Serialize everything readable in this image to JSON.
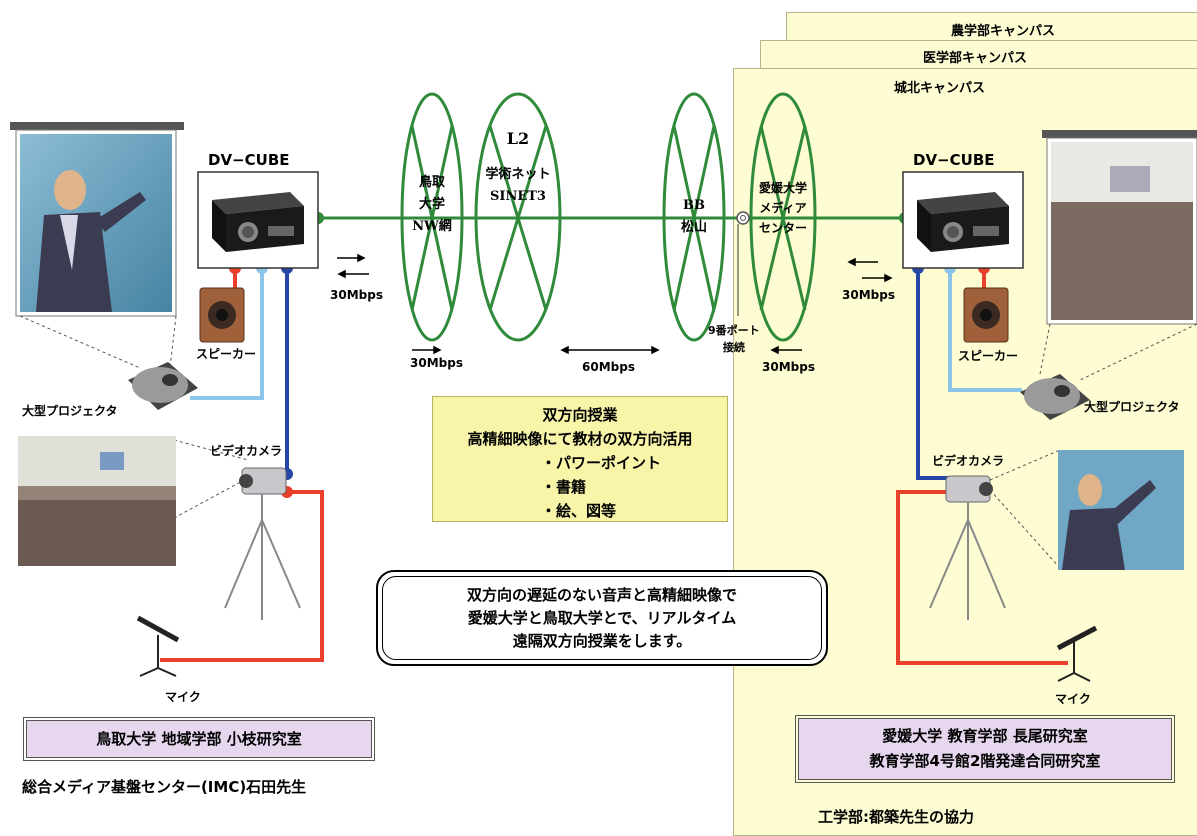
{
  "campuses": [
    {
      "name": "農学部キャンパス"
    },
    {
      "name": "医学部キャンパス"
    },
    {
      "name": "城北キャンパス"
    }
  ],
  "network": {
    "left_node": {
      "line1": "鳥取",
      "line2": "大学",
      "line3": "NW網"
    },
    "sinet": {
      "line1": "L2",
      "line2": "学術ネット",
      "line3": "SINET3"
    },
    "bb": {
      "line1": "BB",
      "line2": "松山"
    },
    "ehime": {
      "line1": "愛媛大学",
      "line2": "メディア",
      "line3": "センター"
    },
    "port_label_1": "9番ポート",
    "port_label_2": "接続",
    "speeds": {
      "left_upper": "30Mbps",
      "left_lower": "30Mbps",
      "middle": "60Mbps",
      "right_lower": "30Mbps",
      "right_upper": "30Mbps"
    }
  },
  "left_site": {
    "device": "DV−CUBE",
    "speaker": "スピーカー",
    "projector": "大型プロジェクタ",
    "camera": "ビデオカメラ",
    "mic": "マイク",
    "lab_box": "鳥取大学 地域学部 小枝研究室",
    "caption": "総合メディア基盤センター(IMC)石田先生"
  },
  "right_site": {
    "device": "DV−CUBE",
    "speaker": "スピーカー",
    "projector": "大型プロジェクタ",
    "camera": "ビデオカメラ",
    "mic": "マイク",
    "lab_box_line1": "愛媛大学 教育学部 長尾研究室",
    "lab_box_line2": "教育学部4号館2階発達合同研究室",
    "caption": "工学部:都築先生の協力"
  },
  "center_panel": {
    "title": "双方向授業",
    "subtitle": "高精細映像にて教材の双方向活用",
    "items": [
      "・パワーポイント",
      "・書籍",
      "・絵、図等"
    ]
  },
  "message": {
    "line1": "双方向の遅延のない音声と高精細映像で",
    "line2": "愛媛大学と鳥取大学とで、リアルタイム",
    "line3": "遠隔双方向授業をします。"
  },
  "colors": {
    "campus_fill": "#fefcd2",
    "network_green": "#2f8a3a",
    "cable_red": "#e8402a",
    "cable_blue": "#2447a8",
    "cable_lightblue": "#8cc4ea",
    "lab_box_purple": "#e6d7ef",
    "panel_yellow": "#f8f5a9"
  }
}
